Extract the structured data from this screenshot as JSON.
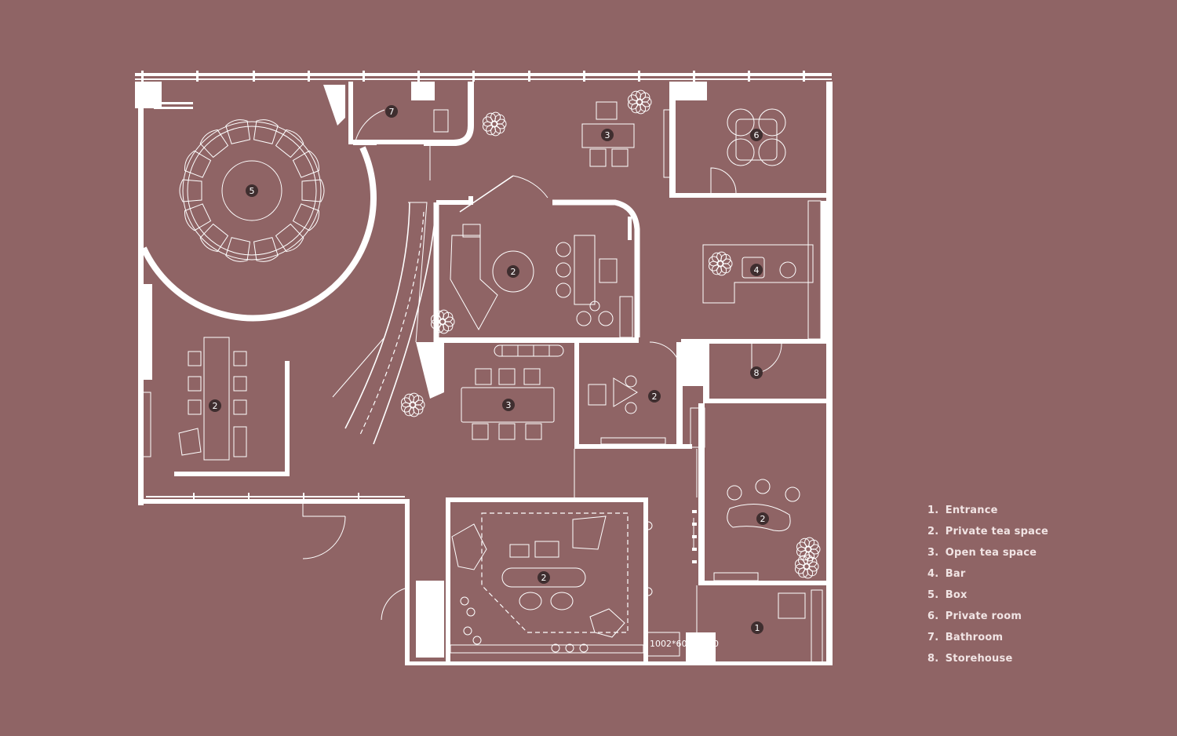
{
  "legend": [
    {
      "number": "1.",
      "label": "Entrance"
    },
    {
      "number": "2.",
      "label": "Private tea space"
    },
    {
      "number": "3.",
      "label": "Open tea space"
    },
    {
      "number": "4.",
      "label": "Bar"
    },
    {
      "number": "5.",
      "label": "Box"
    },
    {
      "number": "6.",
      "label": "Private room"
    },
    {
      "number": "7.",
      "label": "Bathroom"
    },
    {
      "number": "8.",
      "label": "Storehouse"
    }
  ],
  "room_tags": [
    {
      "id": "box",
      "value": "5"
    },
    {
      "id": "bathroom",
      "value": "7"
    },
    {
      "id": "open-tea-top",
      "value": "3"
    },
    {
      "id": "private-room",
      "value": "6"
    },
    {
      "id": "private-tea-center",
      "value": "2"
    },
    {
      "id": "bar",
      "value": "4"
    },
    {
      "id": "private-tea-left",
      "value": "2"
    },
    {
      "id": "open-tea-middle",
      "value": "3"
    },
    {
      "id": "private-tea-small",
      "value": "2"
    },
    {
      "id": "storehouse",
      "value": "8"
    },
    {
      "id": "private-tea-right",
      "value": "2"
    },
    {
      "id": "private-tea-bottom",
      "value": "2"
    },
    {
      "id": "entrance",
      "value": "1"
    }
  ],
  "plan_note": "1002*600*1400",
  "colors": {
    "background": "#8f6465",
    "lines": "#ffffff",
    "tag": "#3f2e2f",
    "legend_text": "#f1e4e4"
  }
}
